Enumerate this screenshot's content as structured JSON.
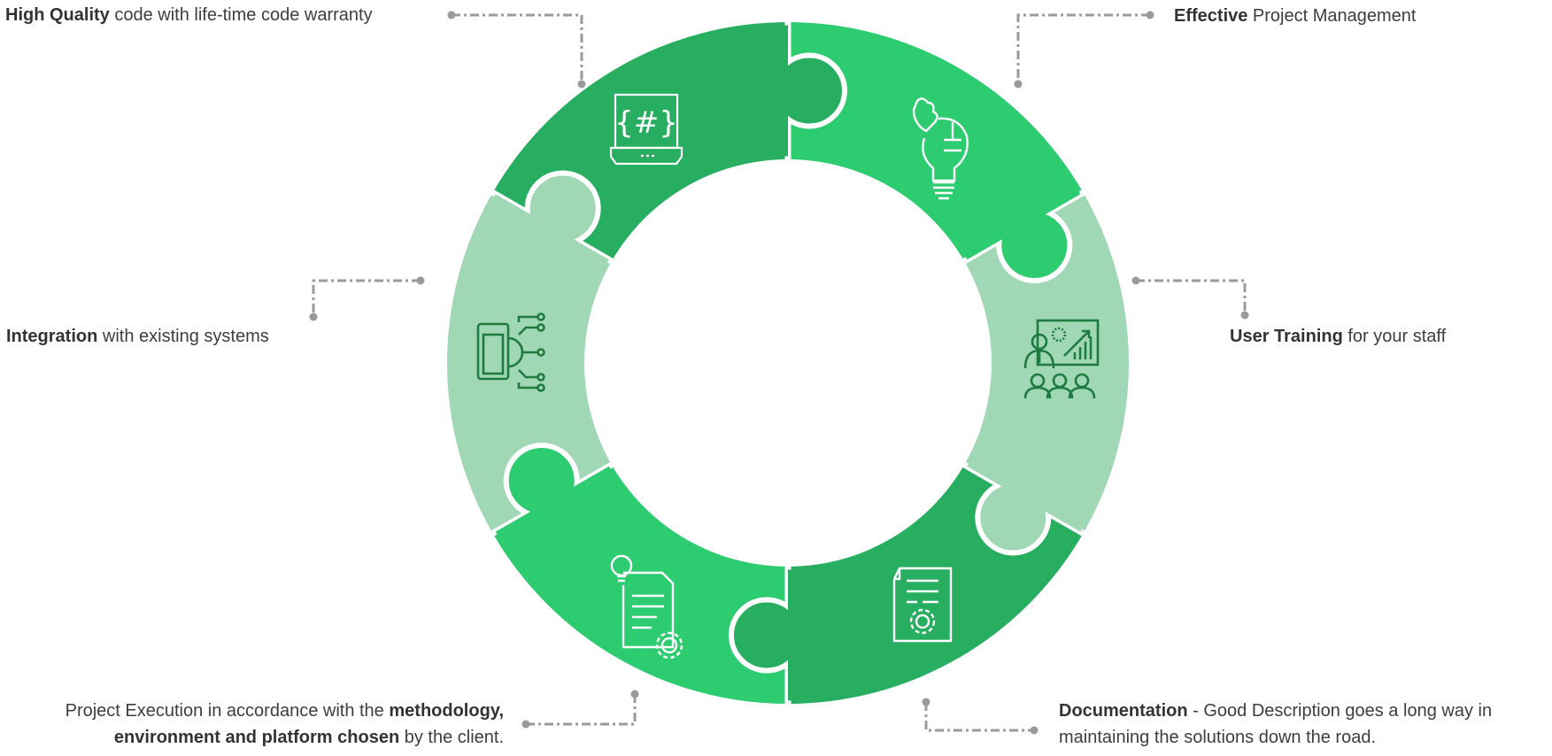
{
  "colors": {
    "dark": "#27ae60",
    "bright": "#2ecc71",
    "light": "#a0d8b5",
    "connector": "#9a9a9a",
    "icon_dark": "#1e7a3f"
  },
  "segments": [
    {
      "name": "high-quality-code",
      "icon": "laptop-code-icon",
      "color": "dark"
    },
    {
      "name": "project-management",
      "icon": "puzzle-bulb-icon",
      "color": "bright"
    },
    {
      "name": "user-training",
      "icon": "presentation-training-icon",
      "color": "light"
    },
    {
      "name": "documentation",
      "icon": "document-gear-icon",
      "color": "dark"
    },
    {
      "name": "project-execution",
      "icon": "idea-document-gear-icon",
      "color": "bright"
    },
    {
      "name": "integration",
      "icon": "mobile-gear-circuit-icon",
      "color": "light"
    }
  ],
  "labels": {
    "quality": {
      "bold": "High Quality",
      "rest": " code with life-time code warranty"
    },
    "management": {
      "bold": "Effective",
      "rest": " Project Management"
    },
    "integration": {
      "bold": "Integration",
      "rest": " with existing systems"
    },
    "training": {
      "bold": "User Training",
      "rest": " for your staff"
    },
    "execution": {
      "line1_pre": "Project Execution in accordance with the ",
      "line1_bold": "methodology,",
      "line2_bold": "environment and platform chosen",
      "line2_rest": " by the client."
    },
    "documentation": {
      "bold": "Documentation",
      "line1_rest": " - Good Description goes a long way in",
      "line2": "maintaining the solutions down the road."
    }
  }
}
